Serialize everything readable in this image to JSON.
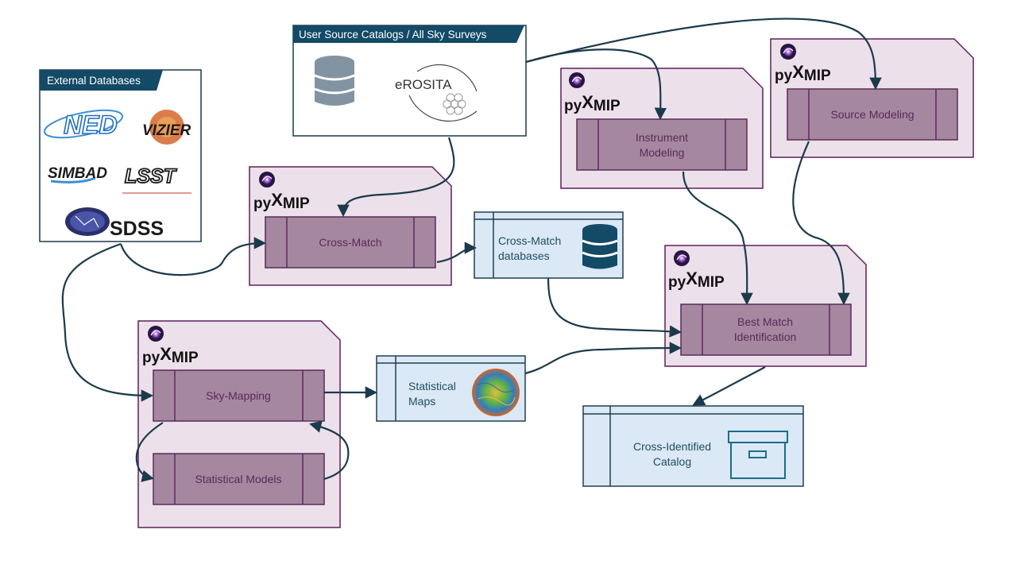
{
  "brand": {
    "py": "py",
    "x": "X",
    "mip": "MIP"
  },
  "external_databases": {
    "title": "External Databases",
    "logos": [
      "NED",
      "VIZIER",
      "SIMBAD",
      "LSST",
      "SDSS"
    ]
  },
  "user_catalogs": {
    "title": "User Source Catalogs / All Sky Surveys",
    "logos": [
      "eROSITA"
    ]
  },
  "processes": {
    "cross_match": "Cross-Match",
    "instrument_modeling": [
      "Instrument",
      "Modeling"
    ],
    "source_modeling": "Source Modeling",
    "best_match": [
      "Best Match",
      "Identification"
    ],
    "sky_mapping": "Sky-Mapping",
    "statistical_models": "Statistical Models"
  },
  "stores": {
    "cross_match_databases": [
      "Cross-Match",
      "databases"
    ],
    "statistical_maps": [
      "Statistical",
      "Maps"
    ],
    "cross_identified_catalog": [
      "Cross-Identified",
      "Catalog"
    ]
  },
  "colors": {
    "process_fill": "#a5879f",
    "process_stroke": "#5b2a5a",
    "card_fill": "#ece0ea",
    "card_stroke": "#5e1f5e",
    "store_fill": "#dbe8f5",
    "store_stroke": "#1f3f50",
    "arrow": "#1b3a4b",
    "tab": "#134a66"
  }
}
